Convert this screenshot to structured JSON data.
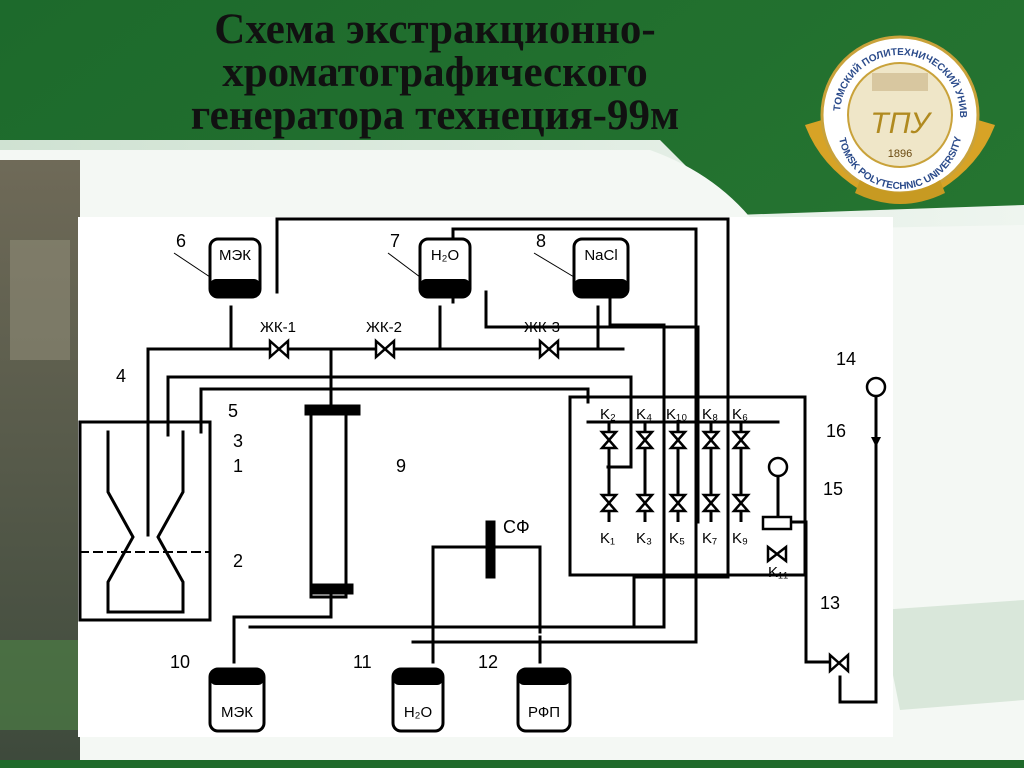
{
  "slide": {
    "title_lines": [
      "Схема экстракционно-",
      "хроматографического",
      "генератора технеция-99м"
    ]
  },
  "logo": {
    "ring_text_top": "ТОМСКИЙ ПОЛИТЕХНИЧЕСКИЙ УНИВЕРСИТЕТ",
    "ring_text_bottom": "TOMSK POLYTECHNIC UNIVERSITY",
    "monogram": "ТПУ",
    "year": "1896"
  },
  "diagram": {
    "bottles_top": [
      {
        "number": "6",
        "label": "МЭК"
      },
      {
        "number": "7",
        "label": "H₂O"
      },
      {
        "number": "8",
        "label": "NaCl"
      }
    ],
    "bottles_bottom": [
      {
        "number": "10",
        "label": "МЭК"
      },
      {
        "number": "11",
        "label": "H₂O"
      },
      {
        "number": "12",
        "label": "РФП"
      }
    ],
    "valves_top": [
      "ЖК-1",
      "ЖК-2",
      "ЖК-3"
    ],
    "valves_block_top": [
      "K₂",
      "K₄",
      "K₁₀",
      "K₈",
      "K₆"
    ],
    "valves_block_bottom": [
      "K₁",
      "K₃",
      "K₅",
      "K₇",
      "K₉"
    ],
    "valve_k11": "K₁₁",
    "sf_label": "СФ",
    "callouts": {
      "n1": "1",
      "n2": "2",
      "n3": "3",
      "n4": "4",
      "n5": "5",
      "n9": "9",
      "n13": "13",
      "n14": "14",
      "n15": "15",
      "n16": "16"
    }
  }
}
